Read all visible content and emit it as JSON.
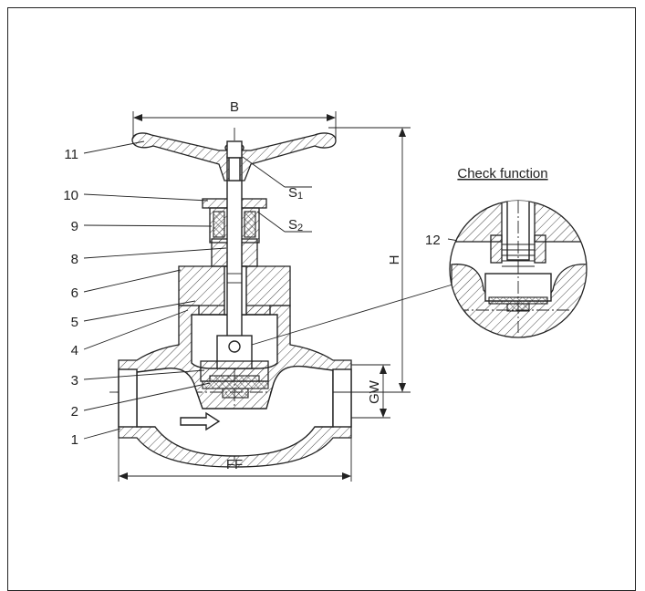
{
  "figure": {
    "part_labels": [
      "1",
      "2",
      "3",
      "4",
      "5",
      "6",
      "8",
      "9",
      "10",
      "11",
      "12"
    ],
    "dimension_labels": {
      "width_handwheel": "B",
      "height": "H",
      "face_to_face": "FF",
      "thread": "GW"
    },
    "seal_labels": {
      "s1_letter": "S",
      "s1_index": "1",
      "s2_letter": "S",
      "s2_index": "2"
    },
    "detail_caption": "Check function"
  }
}
